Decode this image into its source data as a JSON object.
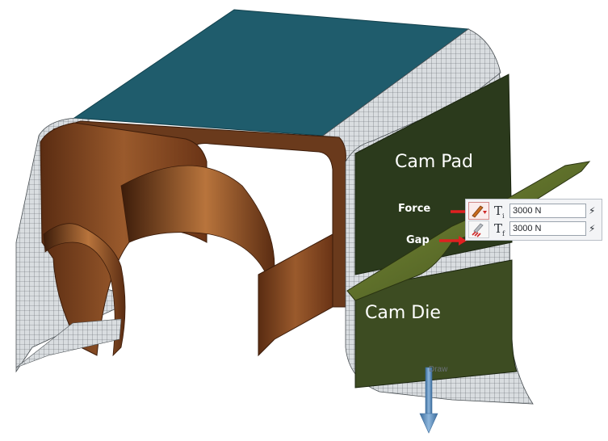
{
  "labels": {
    "cam_pad": "Cam Pad",
    "cam_die": "Cam Die",
    "force": "Force",
    "gap": "Gap",
    "draw": "Draw"
  },
  "panel": {
    "row1_symbol": "T",
    "row1_sub": "i",
    "row1_value": "3000 N",
    "row2_symbol": "T",
    "row2_sub": "f",
    "row2_value": "3000 N"
  },
  "colors": {
    "top_face": "#1f5c6c",
    "brown_part": "#8a4a22",
    "cam_pad": "#2b3a1c",
    "cam_die": "#3d4c22",
    "arrow_red": "#e02020",
    "draw_arrow": "#5a89b8"
  }
}
